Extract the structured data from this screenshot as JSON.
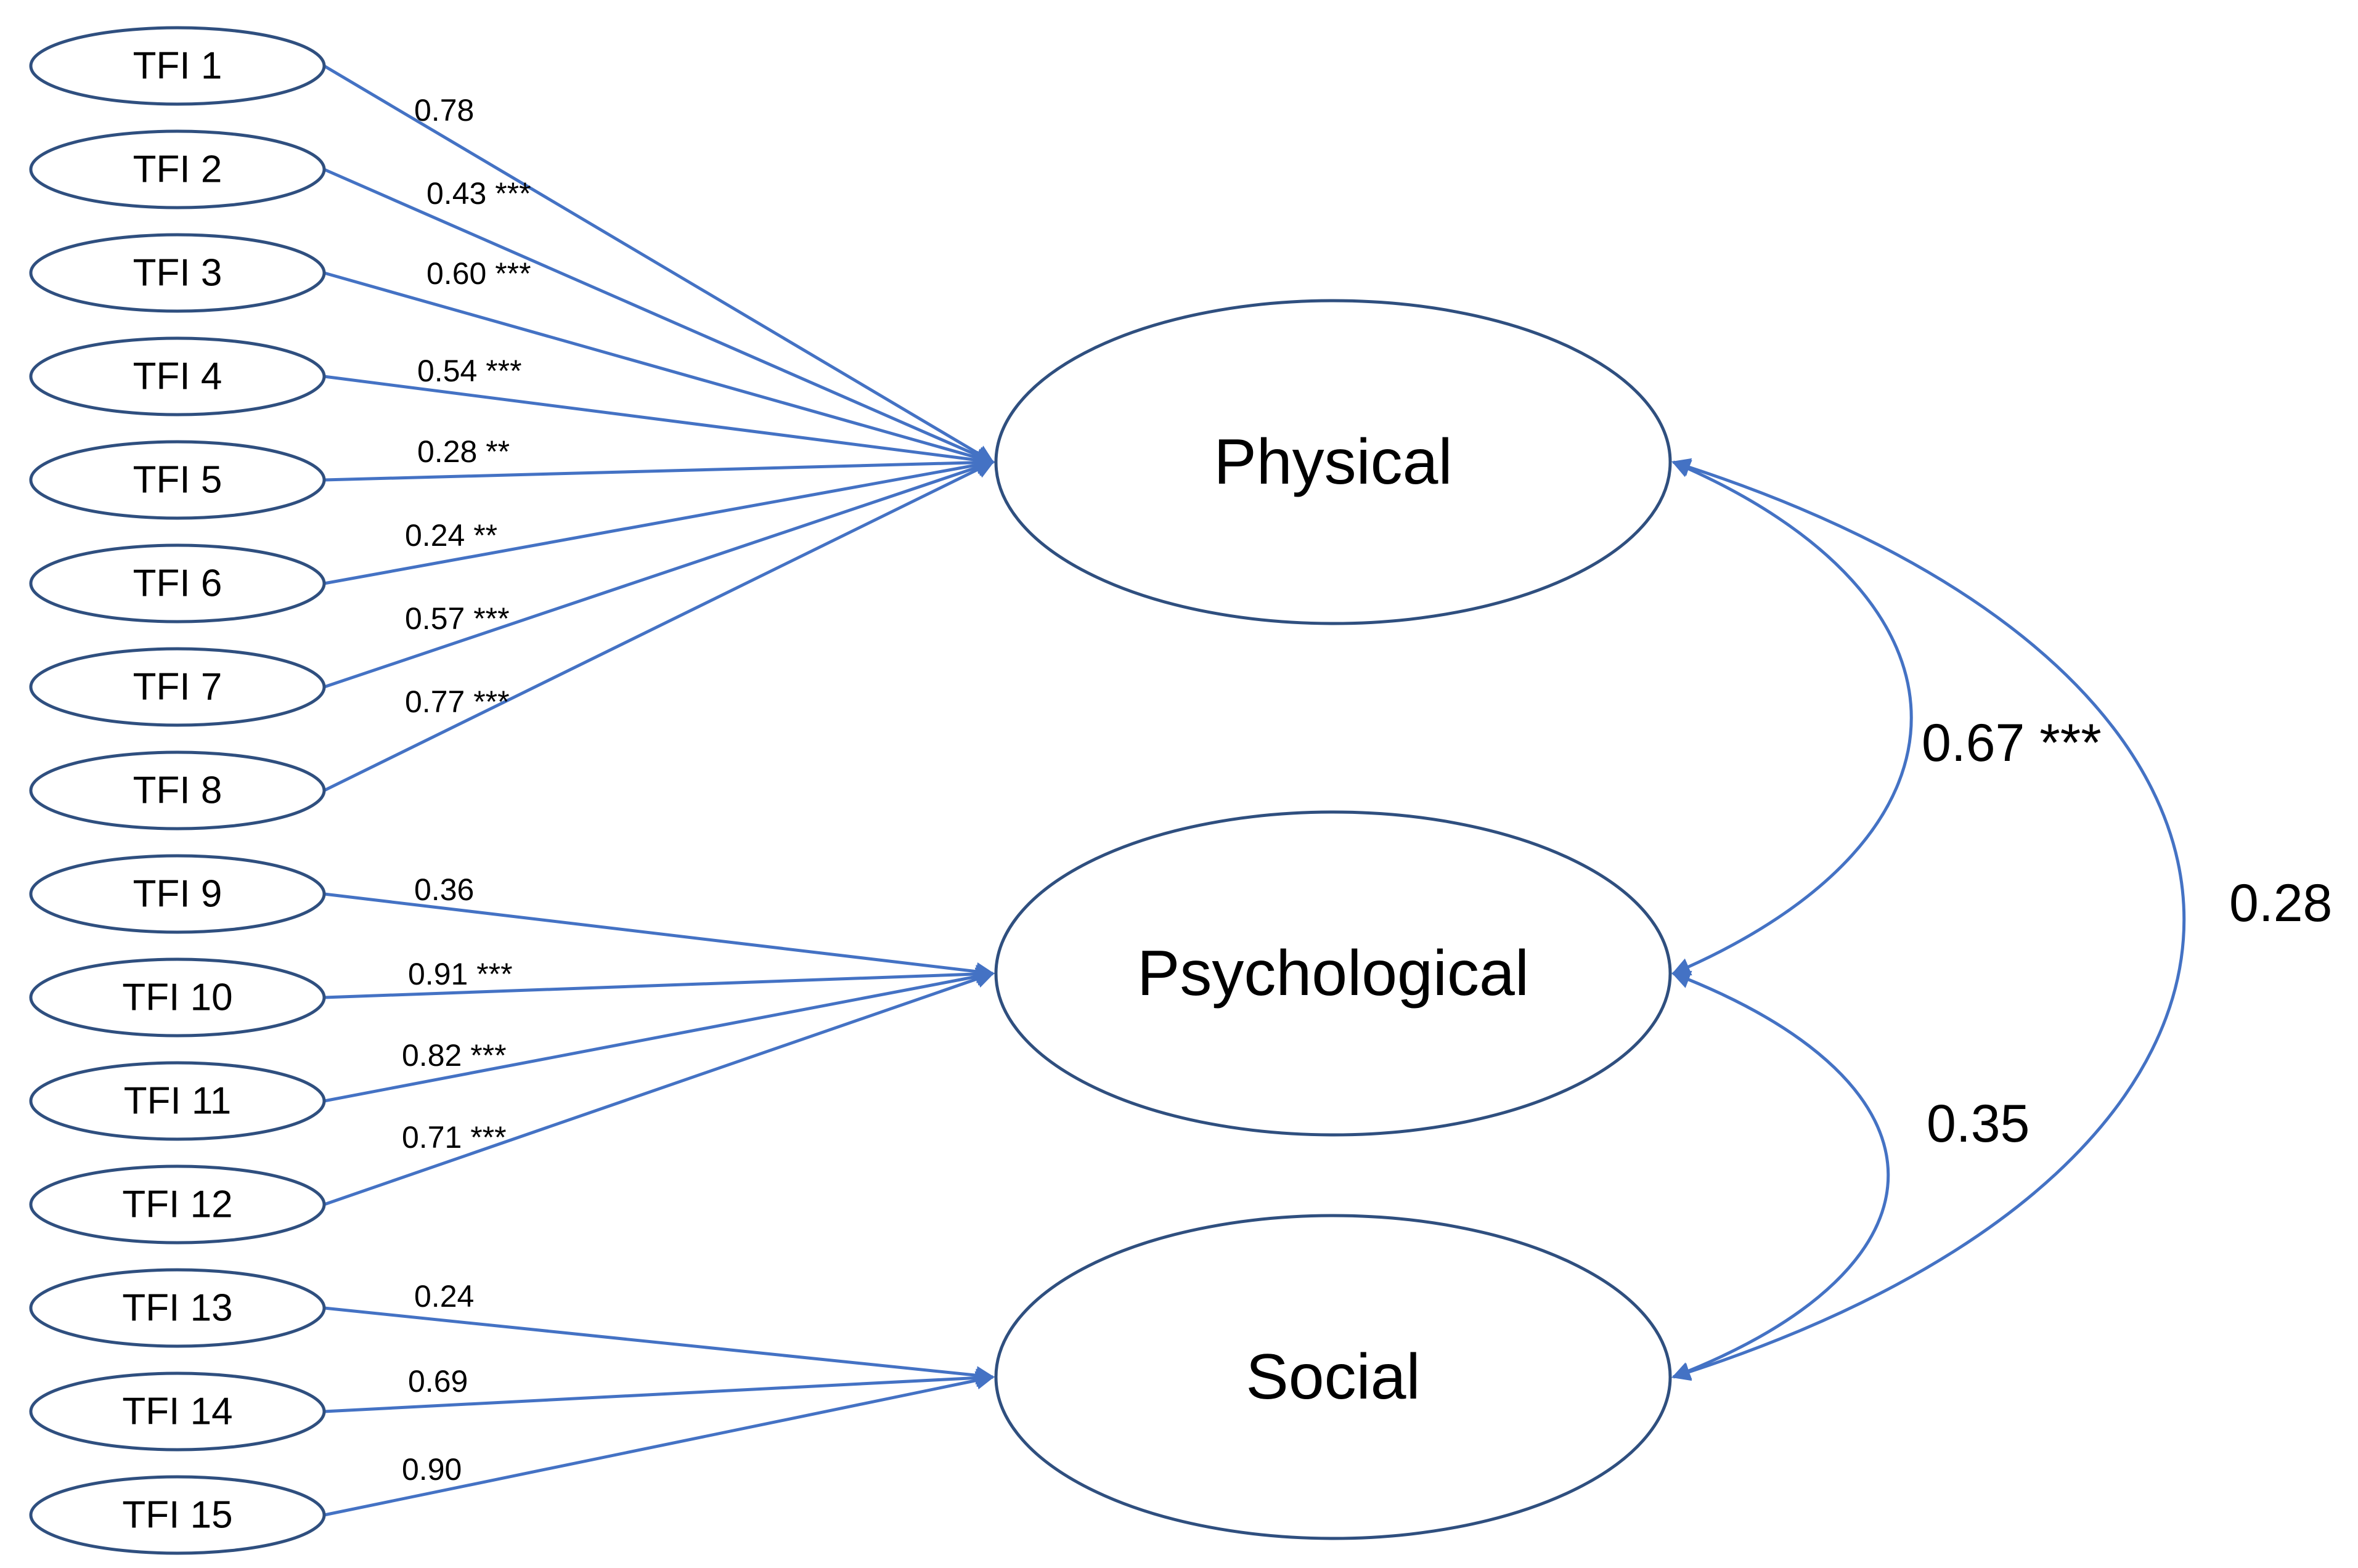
{
  "colors": {
    "path": "#4472c4",
    "oval_stroke": "#2f4f7f",
    "text": "#000000",
    "background": "#ffffff"
  },
  "factors": [
    {
      "id": "physical",
      "label": "Physical"
    },
    {
      "id": "psychological",
      "label": "Psychological"
    },
    {
      "id": "social",
      "label": "Social"
    }
  ],
  "items": [
    {
      "label": "TFI 1",
      "factor": "physical",
      "loading": "0.78"
    },
    {
      "label": "TFI 2",
      "factor": "physical",
      "loading": "0.43 ***"
    },
    {
      "label": "TFI 3",
      "factor": "physical",
      "loading": "0.60 ***"
    },
    {
      "label": "TFI 4",
      "factor": "physical",
      "loading": "0.54 ***"
    },
    {
      "label": "TFI 5",
      "factor": "physical",
      "loading": "0.28 **"
    },
    {
      "label": "TFI 6",
      "factor": "physical",
      "loading": "0.24 **"
    },
    {
      "label": "TFI 7",
      "factor": "physical",
      "loading": "0.57 ***"
    },
    {
      "label": "TFI 8",
      "factor": "physical",
      "loading": "0.77 ***"
    },
    {
      "label": "TFI 9",
      "factor": "psychological",
      "loading": "0.36"
    },
    {
      "label": "TFI 10",
      "factor": "psychological",
      "loading": "0.91 ***"
    },
    {
      "label": "TFI 11",
      "factor": "psychological",
      "loading": "0.82 ***"
    },
    {
      "label": "TFI 12",
      "factor": "psychological",
      "loading": "0.71 ***"
    },
    {
      "label": "TFI 13",
      "factor": "social",
      "loading": "0.24"
    },
    {
      "label": "TFI 14",
      "factor": "social",
      "loading": "0.69"
    },
    {
      "label": "TFI 15",
      "factor": "social",
      "loading": "0.90"
    }
  ],
  "correlations": [
    {
      "from": "physical",
      "to": "psychological",
      "value": "0.67 ***"
    },
    {
      "from": "psychological",
      "to": "social",
      "value": "0.35"
    },
    {
      "from": "physical",
      "to": "social",
      "value": "0.28"
    }
  ]
}
